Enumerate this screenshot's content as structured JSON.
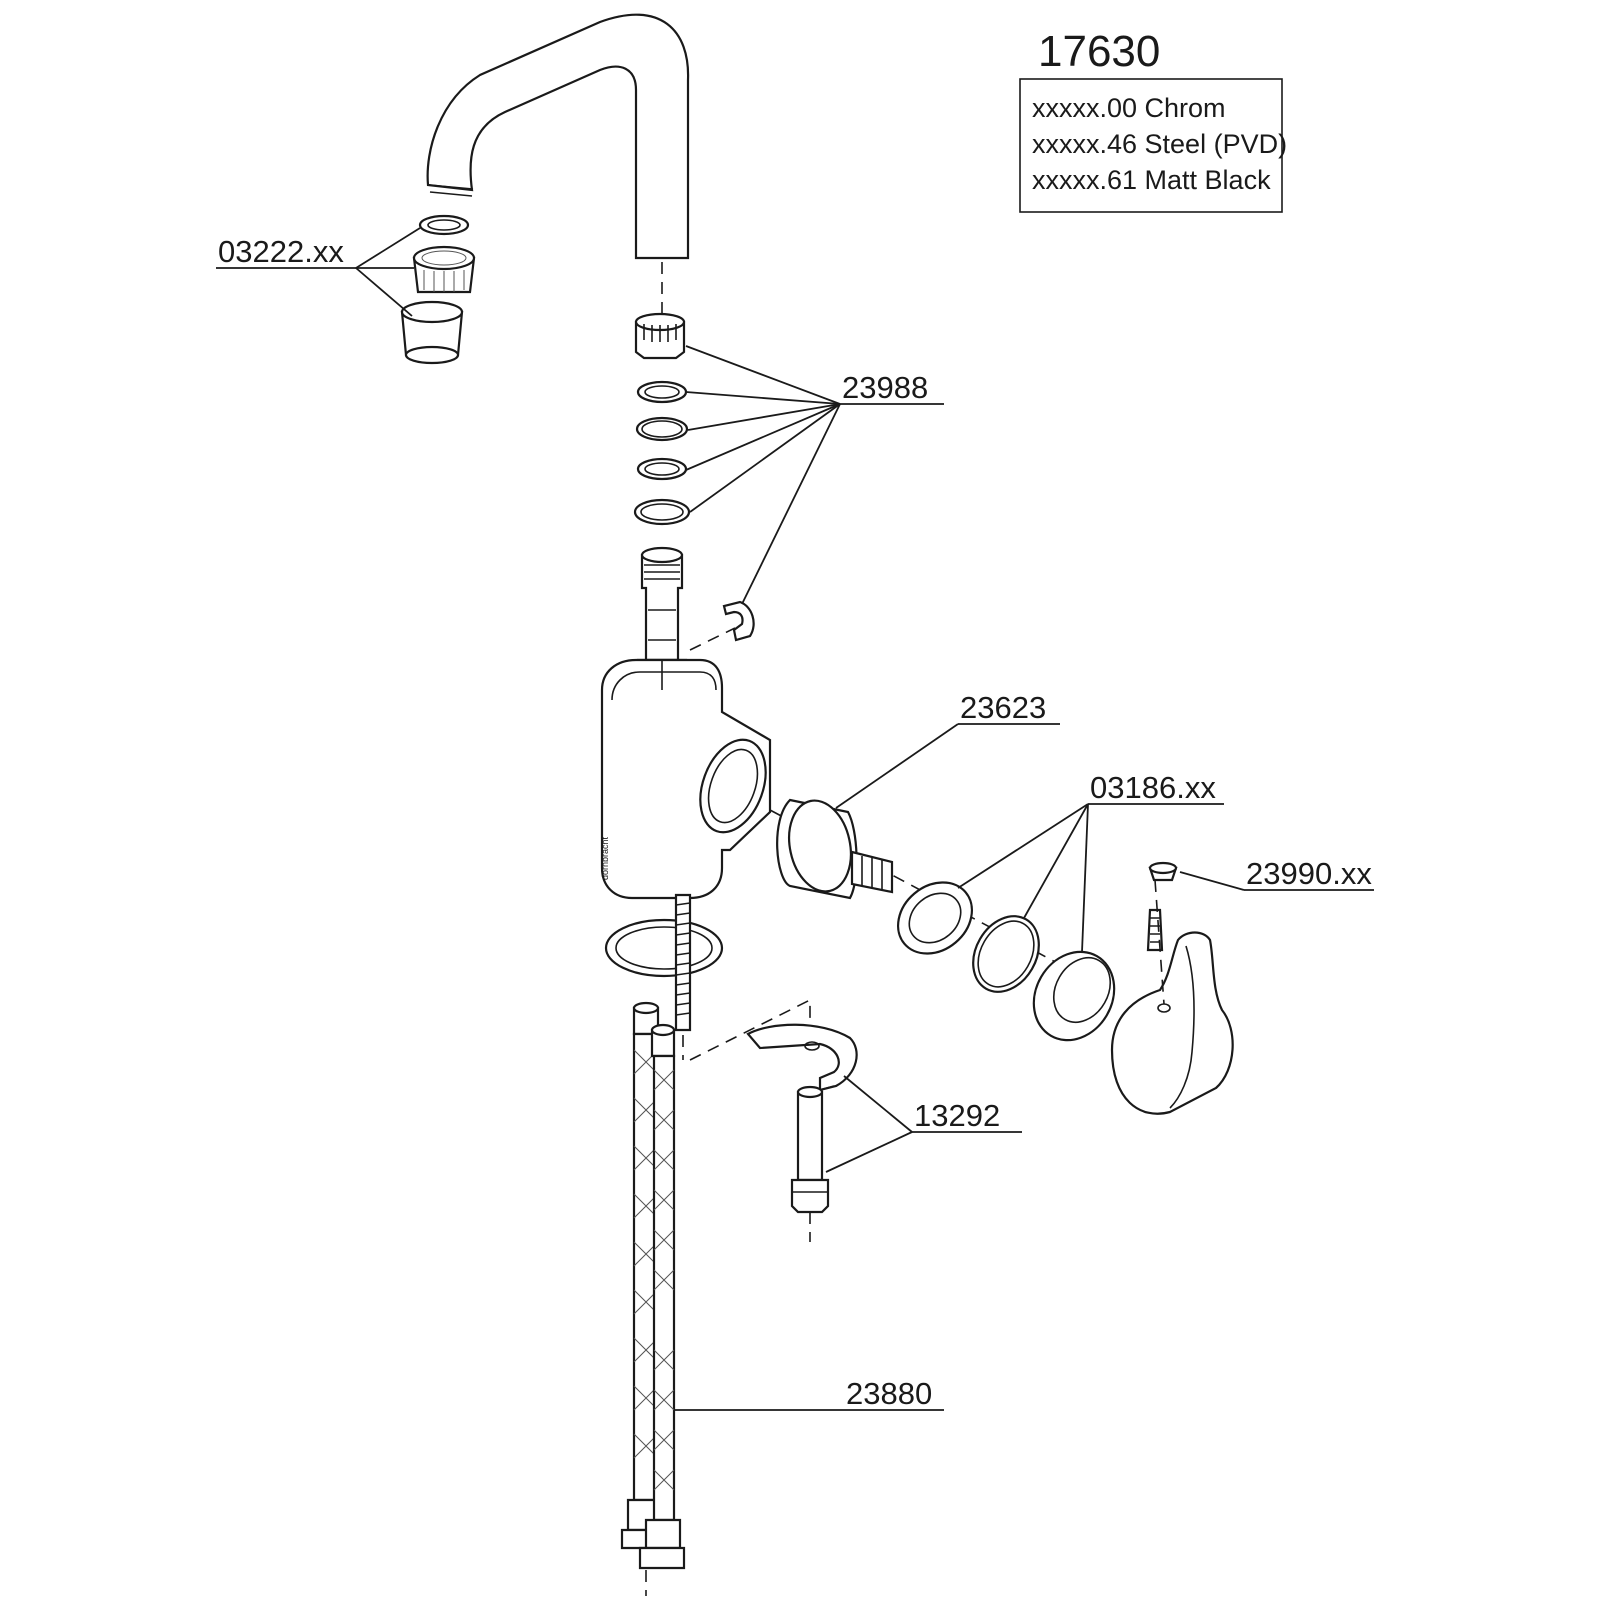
{
  "model_number": "17630",
  "finish_legend": [
    "xxxxx.00 Chrom",
    "xxxxx.46 Steel (PVD)",
    "xxxxx.61 Matt Black"
  ],
  "parts": {
    "aerator": "03222.xx",
    "spout_seal_set": "23988",
    "cartridge": "23623",
    "cartridge_nut_set": "03186.xx",
    "cap": "23990.xx",
    "mounting_set": "13292",
    "hoses": "23880"
  }
}
